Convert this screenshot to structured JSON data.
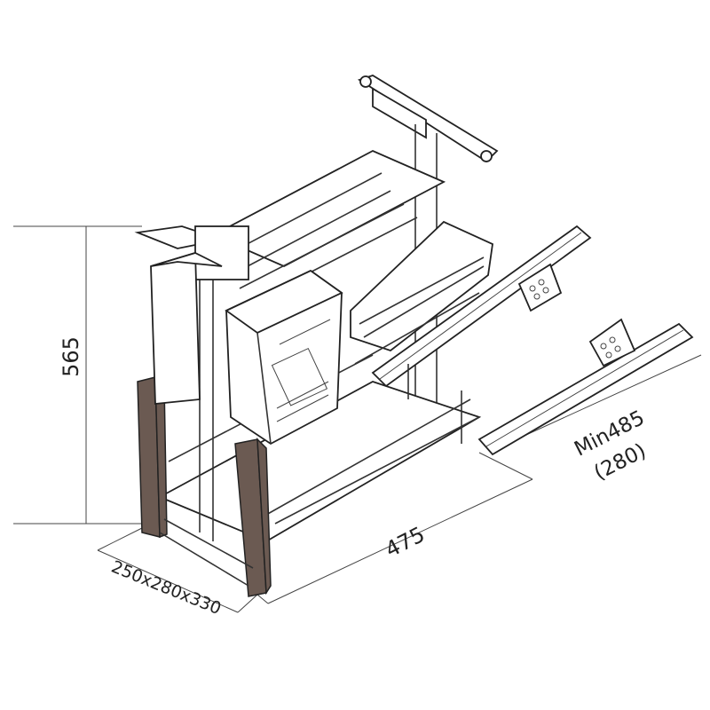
{
  "dimensions": {
    "height": "565",
    "footprint": "250x280x330",
    "depth": "475",
    "extension_min": "Min485",
    "extension_alt": "(280)"
  },
  "colors": {
    "line": "#222222",
    "frame_dark": "#6b5a52",
    "background": "#ffffff"
  }
}
